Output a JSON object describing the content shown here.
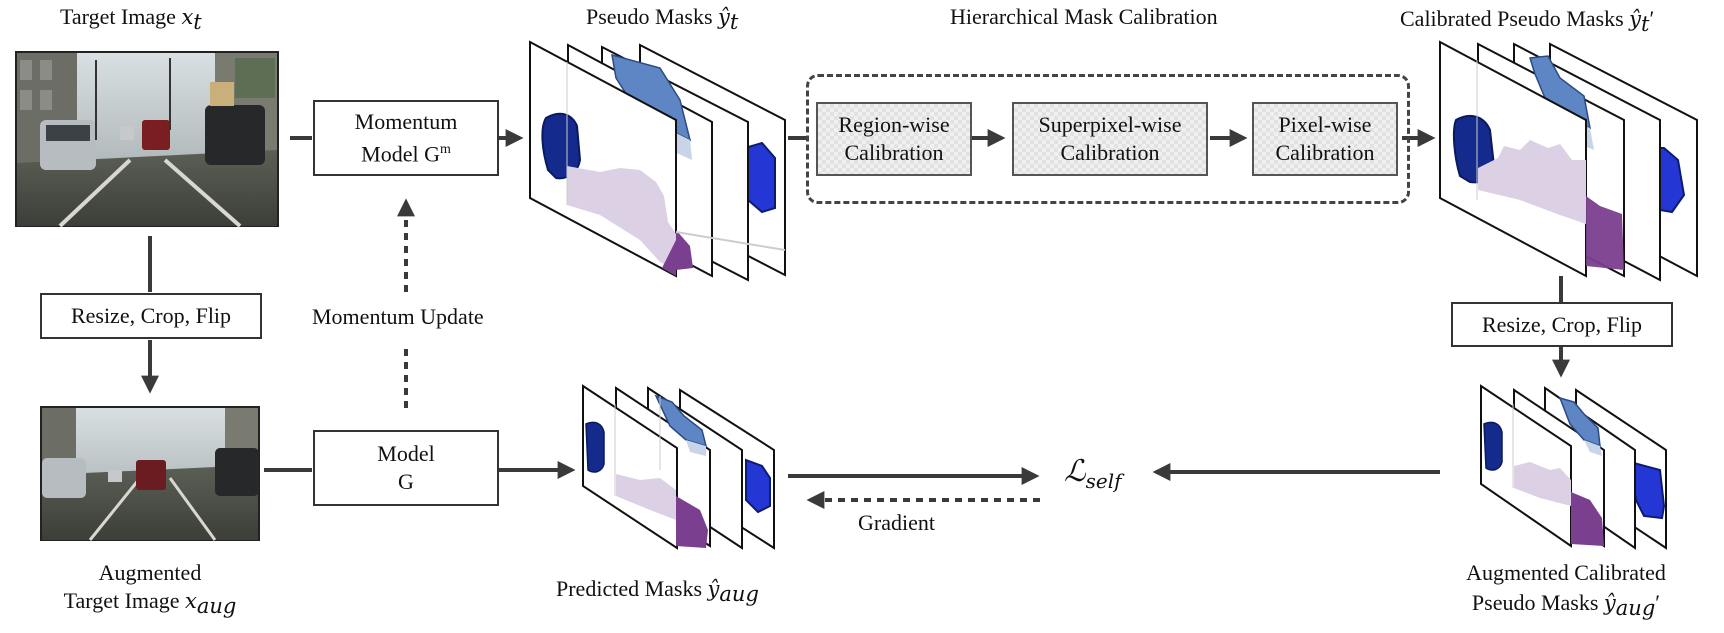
{
  "labels": {
    "target_image": "Target Image",
    "target_image_sym": "x",
    "target_image_sub": "t",
    "augmented_target_line1": "Augmented",
    "augmented_target_line2": "Target Image",
    "augmented_sym": "x",
    "augmented_sub": "aug",
    "pseudo_masks": "Pseudo Masks",
    "pseudo_masks_sym": "ŷ",
    "pseudo_masks_sub": "t",
    "hierarchical": "Hierarchical Mask Calibration",
    "calibrated": "Calibrated Pseudo Masks",
    "calibrated_sym": "ŷ",
    "calibrated_sub": "t",
    "calibrated_prime": "′",
    "predicted": "Predicted Masks",
    "predicted_sym": "ŷ",
    "predicted_sub": "aug",
    "aug_calib_line1": "Augmented Calibrated",
    "aug_calib_line2": "Pseudo Masks",
    "aug_calib_sym": "ŷ",
    "aug_calib_sub": "aug",
    "aug_calib_prime": "′",
    "momentum_update": "Momentum Update",
    "gradient": "Gradient",
    "loss_sym": "ℒ",
    "loss_sub": "self"
  },
  "boxes": {
    "momentum_line1": "Momentum",
    "momentum_line2": "Model G",
    "momentum_sup": "m",
    "model_line1": "Model",
    "model_line2": "G",
    "resize_left": "Resize, Crop, Flip",
    "resize_right": "Resize, Crop, Flip",
    "region_line1": "Region-wise",
    "region_line2": "Calibration",
    "superpixel_line1": "Superpixel-wise",
    "superpixel_line2": "Calibration",
    "pixel_line1": "Pixel-wise",
    "pixel_line2": "Calibration"
  },
  "colors": {
    "arrow": "#3a3a3a",
    "dark_blue": "#142a8c",
    "blue": "#2437d4",
    "light_blue": "#5f86c4",
    "purple": "#7a3f8e",
    "lavender": "#dcd0e4"
  }
}
